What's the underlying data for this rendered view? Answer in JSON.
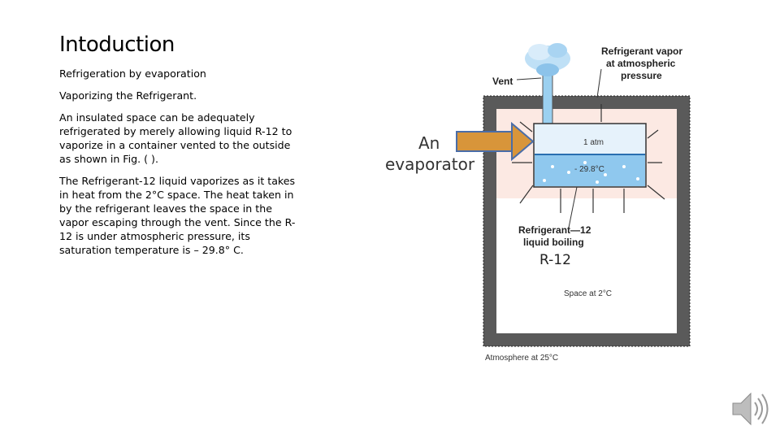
{
  "slide": {
    "title": "Intoduction",
    "paragraphs": [
      "Refrigeration by evaporation",
      "Vaporizing the Refrigerant.",
      "An insulated space can be adequately refrigerated by merely allowing liquid R-12 to vaporize in a container vented to the outside as shown in Fig. ( ).",
      "The Refrigerant-12 liquid vaporizes as it takes in heat from the 2°C space. The heat taken in by the refrigerant leaves the space in the vapor escaping through the vent. Since the R-12 is under atmospheric pressure, its saturation temperature is – 29.8° C."
    ]
  },
  "figure": {
    "label_an": "An",
    "label_evaporator": "evaporator",
    "vent": "Vent",
    "vapor_line1": "Refrigerant vapor",
    "vapor_line2": "at atmospheric",
    "vapor_line3": "pressure",
    "pressure": "1 atm",
    "temperature": "- 29.8°C",
    "liquid_line1": "Refrigerant—12",
    "liquid_line2": "liquid boiling",
    "liquid_short": "R-12",
    "space": "Space at 2°C",
    "atmosphere": "Atmosphere at 25°C"
  },
  "icons": {
    "speaker": "speaker-icon"
  },
  "colors": {
    "arrow": "#d8953a",
    "arrow_border": "#4a6da8",
    "liquid": "#8fc8ee",
    "insulation": "#3a3a3a",
    "space_tint": "#fbe4dc"
  }
}
